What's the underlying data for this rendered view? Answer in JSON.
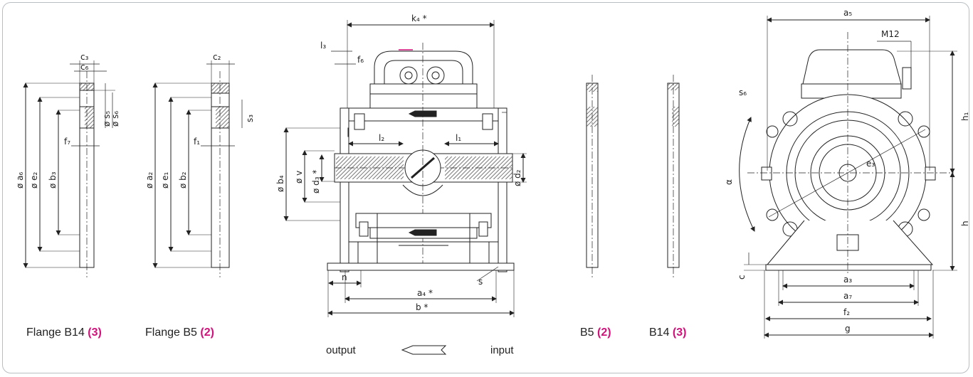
{
  "captions": {
    "flange_b14": {
      "text": "Flange B14 ",
      "ref": "(3)"
    },
    "flange_b5": {
      "text": "Flange B5 ",
      "ref": "(2)"
    },
    "b5": {
      "text": "B5 ",
      "ref": "(2)"
    },
    "b14": {
      "text": "B14 ",
      "ref": "(3)"
    }
  },
  "flow": {
    "output": "output",
    "input": "input"
  },
  "labels": {
    "c3": "c₃",
    "c6": "c₆",
    "oa6": "ø a₆",
    "oe2": "ø e₂",
    "ob3": "ø b₃",
    "f7": "f₇",
    "os5": "ø s₅",
    "os6": "ø s₆",
    "c2": "c₂",
    "oa2": "ø a₂",
    "oe1": "ø e₁",
    "ob2": "ø b₂",
    "f1": "f₁",
    "s3": "s₃",
    "k4": "k₄ *",
    "l3": "l₃",
    "f6": "f₆",
    "ob4": "ø b₄",
    "ov": "ø v",
    "od3": "ø d₃ *",
    "l2": "l₂",
    "l1": "l₁",
    "od2": "ø d₂",
    "n": "n",
    "s": "s",
    "a4": "a₄ *",
    "b": "b *",
    "a5": "a₅",
    "m12": "M12",
    "s6": "s₆",
    "h1": "h₁",
    "alpha": "α",
    "e3": "e₃",
    "h": "h",
    "c": "c",
    "a3": "a₃",
    "a7": "a₇",
    "f2": "f₂",
    "g": "g"
  },
  "colors": {
    "accent": "#d0117a",
    "line": "#222222",
    "hatch": "#555555",
    "frame": "#b9bec3"
  }
}
